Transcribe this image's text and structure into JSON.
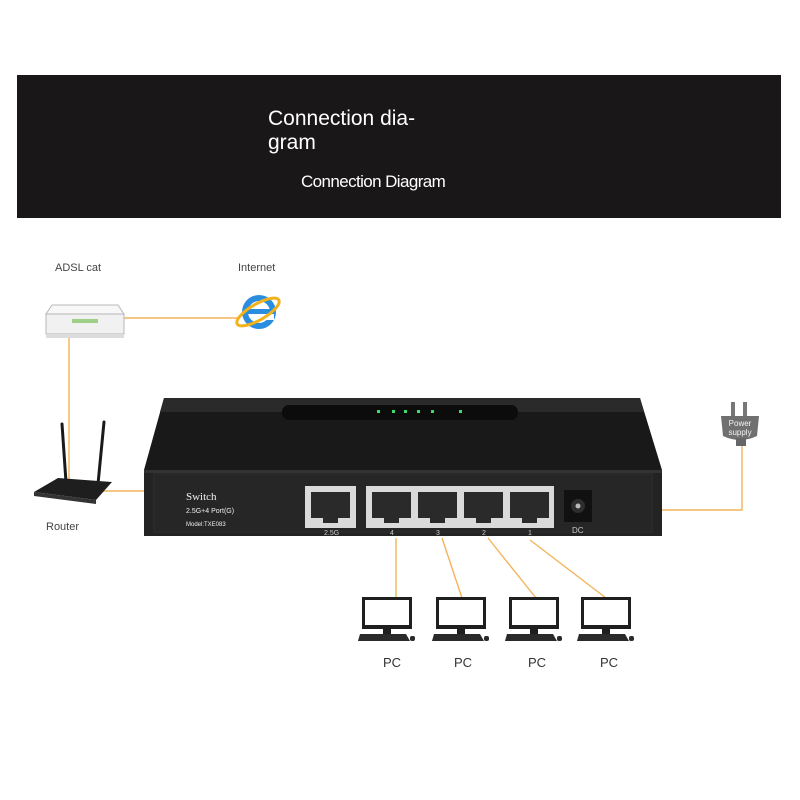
{
  "banner": {
    "title": "Connection dia- gram",
    "subtitle": "Connection Diagram"
  },
  "labels": {
    "adsl": "ADSL cat",
    "internet": "Internet",
    "router": "Router",
    "power": "Power supply"
  },
  "switch": {
    "name": "Switch",
    "ports_desc": "2.5G+4 Port(G)",
    "model": "Model:TXE083",
    "port_labels": [
      "2.5G",
      "4",
      "3",
      "2",
      "1"
    ],
    "dc_label": "DC"
  },
  "pcs": [
    "PC",
    "PC",
    "PC",
    "PC"
  ],
  "colors": {
    "banner_bg": "#1a1718",
    "cable": "#f3b35a",
    "switch_body": "#1f1f1f"
  }
}
